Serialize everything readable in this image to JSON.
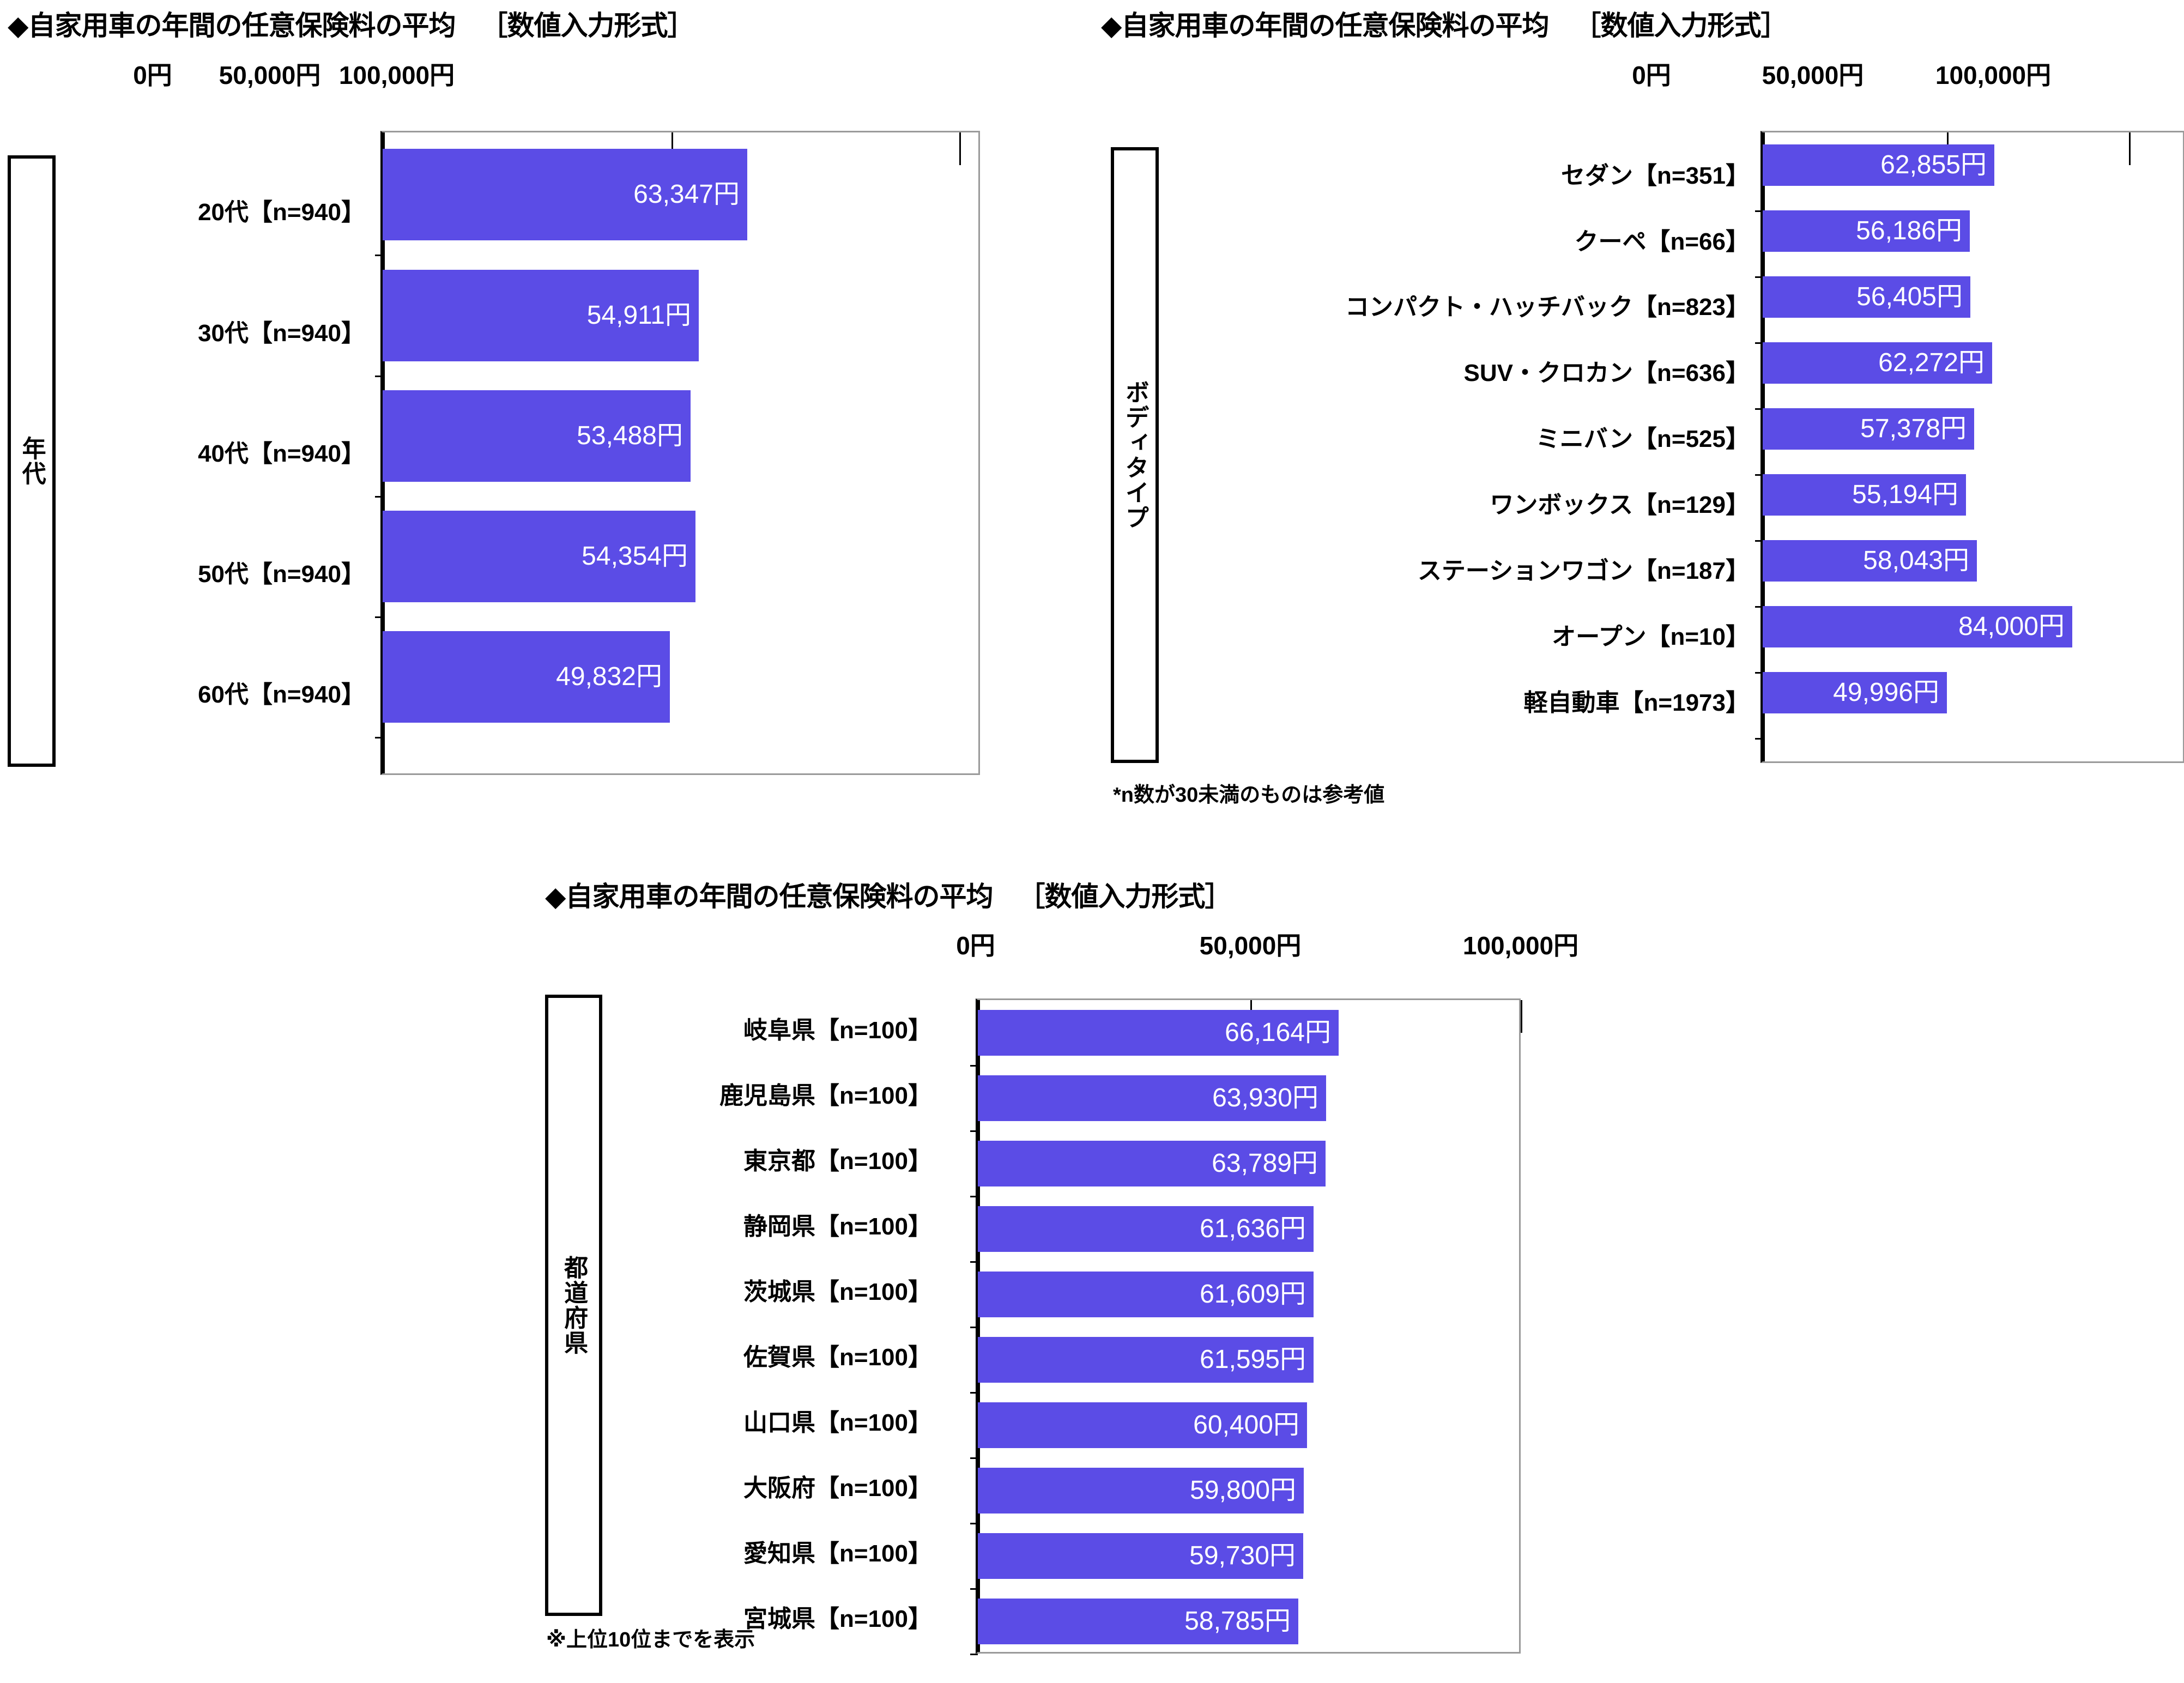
{
  "colors": {
    "bar": "#5B4CE6",
    "bar_label_text": "#FFFFFF",
    "text": "#000000",
    "plot_border": "#9A9A9A",
    "axis": "#000000"
  },
  "charts": [
    {
      "id": "age",
      "title_main": "◆自家用車の年間の任意保険料の平均",
      "title_sub": "［数値入力形式］",
      "group_label": "年代",
      "axis_ticks": [
        "0円",
        "50,000円",
        "100,000円"
      ],
      "footnote": "",
      "chart_data": {
        "type": "bar",
        "orientation": "horizontal",
        "title": "◆自家用車の年間の任意保険料の平均　［数値入力形式］",
        "xlabel": "",
        "ylabel": "年代",
        "xlim": [
          0,
          110000
        ],
        "xticks": [
          0,
          50000,
          100000
        ],
        "xticklabels": [
          "0円",
          "50,000円",
          "100,000円"
        ],
        "grid": false,
        "legend": "none",
        "categories": [
          "20代【n=940】",
          "30代【n=940】",
          "40代【n=940】",
          "50代【n=940】",
          "60代【n=940】"
        ],
        "values": [
          63347,
          54911,
          53488,
          54354,
          49832
        ],
        "value_labels": [
          "63,347円",
          "54,911円",
          "53,488円",
          "54,354円",
          "49,832円"
        ]
      }
    },
    {
      "id": "bodytype",
      "title_main": "◆自家用車の年間の任意保険料の平均",
      "title_sub": "［数値入力形式］",
      "group_label": "ボディタイプ",
      "axis_ticks": [
        "0円",
        "50,000円",
        "100,000円"
      ],
      "footnote": "*n数が30未満のものは参考値",
      "chart_data": {
        "type": "bar",
        "orientation": "horizontal",
        "title": "◆自家用車の年間の任意保険料の平均　［数値入力形式］",
        "xlabel": "",
        "ylabel": "ボディタイプ",
        "xlim": [
          0,
          110000
        ],
        "xticks": [
          0,
          50000,
          100000
        ],
        "xticklabels": [
          "0円",
          "50,000円",
          "100,000円"
        ],
        "grid": false,
        "legend": "none",
        "categories": [
          "セダン【n=351】",
          "クーペ【n=66】",
          "コンパクト・ハッチバック【n=823】",
          "SUV・クロカン【n=636】",
          "ミニバン【n=525】",
          "ワンボックス【n=129】",
          "ステーションワゴン【n=187】",
          "オープン【n=10】",
          "軽自動車【n=1973】"
        ],
        "values": [
          62855,
          56186,
          56405,
          62272,
          57378,
          55194,
          58043,
          84000,
          49996
        ],
        "value_labels": [
          "62,855円",
          "56,186円",
          "56,405円",
          "62,272円",
          "57,378円",
          "55,194円",
          "58,043円",
          "84,000円",
          "49,996円"
        ]
      }
    },
    {
      "id": "prefecture",
      "title_main": "◆自家用車の年間の任意保険料の平均",
      "title_sub": "［数値入力形式］",
      "group_label": "都道府県",
      "axis_ticks": [
        "0円",
        "50,000円",
        "100,000円"
      ],
      "footnote": "※上位10位までを表示",
      "chart_data": {
        "type": "bar",
        "orientation": "horizontal",
        "title": "◆自家用車の年間の任意保険料の平均　［数値入力形式］",
        "xlabel": "",
        "ylabel": "都道府県",
        "xlim": [
          0,
          110000
        ],
        "xticks": [
          0,
          50000,
          100000
        ],
        "xticklabels": [
          "0円",
          "50,000円",
          "100,000円"
        ],
        "grid": false,
        "legend": "none",
        "categories": [
          "岐阜県【n=100】",
          "鹿児島県【n=100】",
          "東京都【n=100】",
          "静岡県【n=100】",
          "茨城県【n=100】",
          "佐賀県【n=100】",
          "山口県【n=100】",
          "大阪府【n=100】",
          "愛知県【n=100】",
          "宮城県【n=100】"
        ],
        "values": [
          66164,
          63930,
          63789,
          61636,
          61609,
          61595,
          60400,
          59800,
          59730,
          58785
        ],
        "value_labels": [
          "66,164円",
          "63,930円",
          "63,789円",
          "61,636円",
          "61,609円",
          "61,595円",
          "60,400円",
          "59,800円",
          "59,730円",
          "58,785円"
        ]
      }
    }
  ]
}
